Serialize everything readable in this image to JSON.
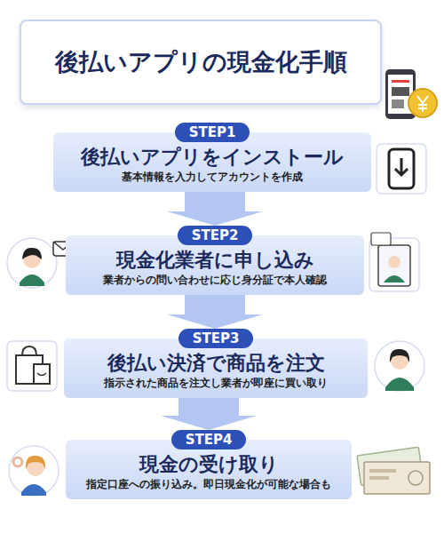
{
  "diagram": {
    "title": "後払いアプリの現金化手順",
    "nodes": [
      {
        "text": [
          "後払いアプリの現金化手順"
        ]
      },
      {
        "text": [
          "STEP1",
          "後払いアプリをインストール",
          "基本情報を入力してアカウントを作成"
        ]
      },
      {
        "text": [
          "STEP2",
          "現金化業者に申し込み",
          "業者からの問い合わせに応じ身分証で本人確認"
        ]
      },
      {
        "text": [
          "STEP3",
          "後払い決済で商品を注文",
          "指示された商品を注文し業者が即座に買い取り"
        ]
      },
      {
        "text": [
          "STEP4",
          "現金の受け取り",
          "指定口座への振り込み。即日現金化が可能な場合も"
        ]
      }
    ],
    "edges": [
      {
        "from": 1,
        "to": 2,
        "arrow": "to"
      },
      {
        "from": 2,
        "to": 3,
        "arrow": "to"
      },
      {
        "from": 3,
        "to": 4,
        "arrow": "to"
      }
    ]
  }
}
